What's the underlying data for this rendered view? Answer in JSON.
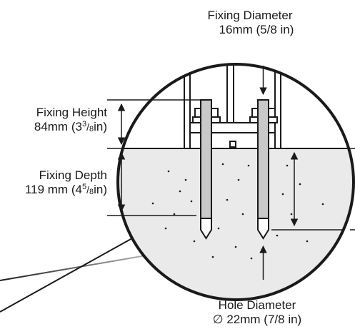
{
  "labels": {
    "fixing_diameter": {
      "title": "Fixing Diameter",
      "metric": "16mm",
      "imperial": "(5/8 in)"
    },
    "fixing_height": {
      "title": "Fixing Height",
      "metric": "84mm",
      "imperial_open": "(3",
      "imperial_num": "3",
      "imperial_den": "8",
      "imperial_unit": "in)"
    },
    "fixing_depth": {
      "title": "Fixing Depth",
      "metric": "119 mm",
      "imperial_open": "(4",
      "imperial_num": "5",
      "imperial_den": "8",
      "imperial_unit": "in)"
    },
    "hole_diameter": {
      "title": "Hole Diameter",
      "symbol": "∅",
      "metric": "22mm",
      "imperial": "(7/8 in)"
    }
  },
  "colors": {
    "line": "#1a1a1a",
    "concrete": "#eaeaea",
    "bolt_fill": "#c9c9c9",
    "background": "#ffffff"
  }
}
